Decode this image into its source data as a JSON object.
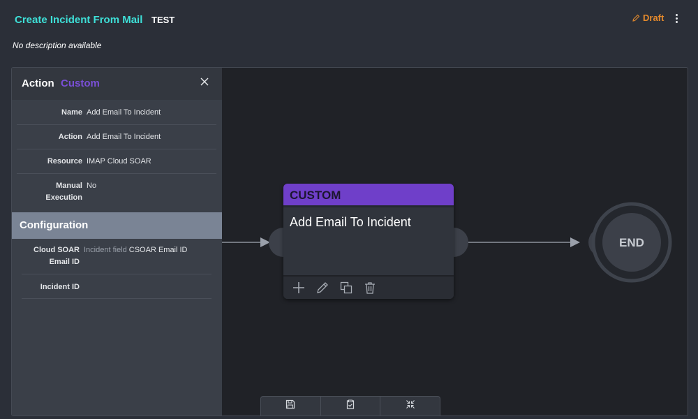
{
  "header": {
    "title": "Create Incident From Mail",
    "environment": "TEST",
    "status": "Draft",
    "status_icon": "pencil-icon",
    "description": "No description available",
    "colors": {
      "title": "#3ee0d8",
      "draft": "#e58a2c"
    }
  },
  "panel": {
    "heading": "Action",
    "action_type": "Custom",
    "close_icon": "close-icon",
    "details": [
      {
        "label": "Name",
        "value": "Add Email To Incident"
      },
      {
        "label": "Action",
        "value": "Add Email To Incident"
      },
      {
        "label": "Resource",
        "value": "IMAP Cloud SOAR"
      },
      {
        "label_line1": "Manual",
        "label_line2": "Execution",
        "value": "No"
      }
    ],
    "configuration": {
      "heading": "Configuration",
      "fields": [
        {
          "label_line1": "Cloud SOAR",
          "label_line2": "Email ID",
          "kind": "Incident field",
          "value": "CSOAR Email ID"
        },
        {
          "label": "Incident ID",
          "value": ""
        }
      ]
    }
  },
  "node": {
    "type": "CUSTOM",
    "title": "Add Email To Incident",
    "color": "#6f3fc9",
    "tools": [
      "plus-icon",
      "pencil-icon",
      "copy-icon",
      "trash-icon"
    ]
  },
  "end_node": {
    "label": "END"
  },
  "toolbar": {
    "buttons": [
      "save-icon",
      "clipboard-check-icon",
      "collapse-icon"
    ]
  }
}
